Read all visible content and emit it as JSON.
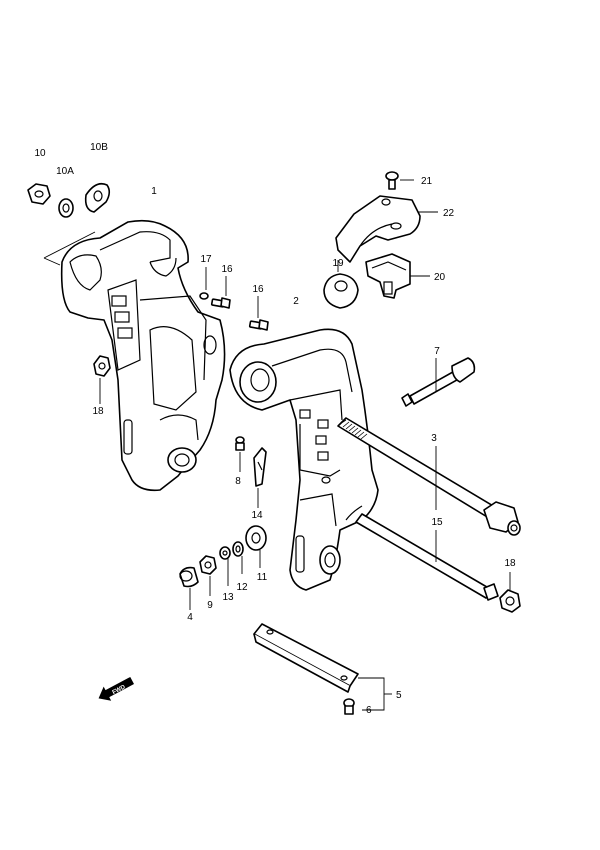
{
  "callouts": {
    "c1": "1",
    "c2": "2",
    "c3": "3",
    "c4": "4",
    "c5": "5",
    "c6": "6",
    "c7": "7",
    "c8": "8",
    "c9": "9",
    "c10": "10",
    "c10a": "10A",
    "c10b": "10B",
    "c11": "11",
    "c12": "12",
    "c13": "13",
    "c14": "14",
    "c15": "15",
    "c16a": "16",
    "c16b": "16",
    "c17": "17",
    "c18a": "18",
    "c18b": "18",
    "c19": "19",
    "c20": "20",
    "c21": "21",
    "c22": "22"
  },
  "direction_badge": "FWD"
}
